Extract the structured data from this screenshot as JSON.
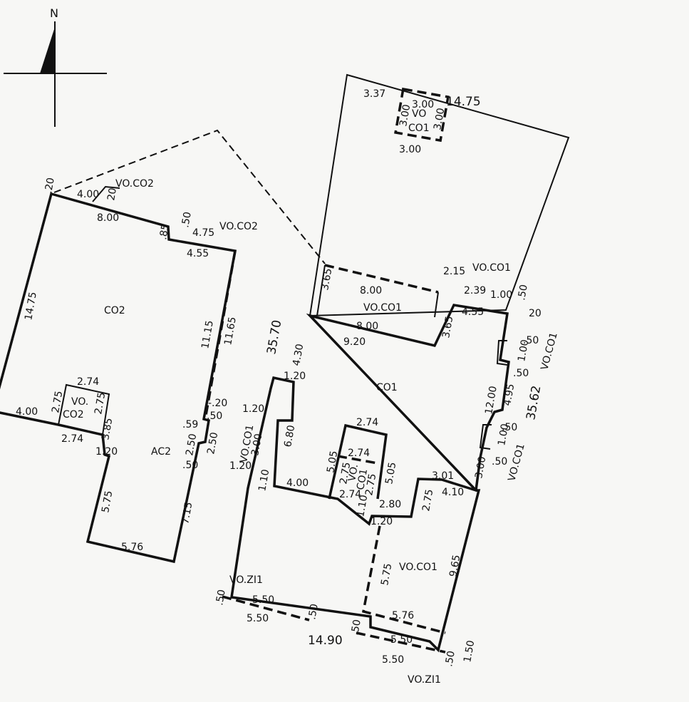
{
  "north_label": "N",
  "labels": [
    {
      "id": "co2",
      "text": "CO2"
    },
    {
      "id": "co1",
      "text": "CO1"
    },
    {
      "id": "ac2",
      "text": "AC2"
    },
    {
      "id": "vo-co2-top",
      "text": "VO.CO2"
    },
    {
      "id": "vo-co2-right",
      "text": "VO.CO2"
    },
    {
      "id": "vo-co2-inner-a",
      "text": "VO."
    },
    {
      "id": "vo-co2-inner-b",
      "text": "CO2"
    },
    {
      "id": "vo-co1-top",
      "text": "VO.CO1"
    },
    {
      "id": "vo-co1-toproom",
      "text": "VO.CO1"
    },
    {
      "id": "vo-co1-sq-a",
      "text": "VO"
    },
    {
      "id": "vo-co1-sq-b",
      "text": "CO1"
    },
    {
      "id": "vo-co1-right1",
      "text": "VO.CO1"
    },
    {
      "id": "vo-co1-right2",
      "text": "VO.CO1"
    },
    {
      "id": "vo-co1-left",
      "text": "VO.CO1"
    },
    {
      "id": "vo-co1-inner-a",
      "text": "VO."
    },
    {
      "id": "vo-co1-inner-b",
      "text": "CO1"
    },
    {
      "id": "vo-co1-bottom",
      "text": "VO.CO1"
    },
    {
      "id": "vo-zi1-left",
      "text": "VO.ZI1"
    },
    {
      "id": "vo-zi1-bottom",
      "text": "VO.ZI1"
    }
  ],
  "dimensions": [
    "14.75",
    "3.37",
    "3.00",
    "3.00",
    "3.00",
    "3.00",
    ".20",
    "4.00",
    "20",
    "8.00",
    ".50",
    ".85",
    "4.75",
    "4.55",
    "14.75",
    "11.15",
    "11.65",
    "2.74",
    "2.75",
    "2.75",
    "4.00",
    "2.74",
    "3.85",
    "1.20",
    "-.20",
    ".50",
    ".59",
    "2.50",
    "2.50",
    ".50",
    "5.75",
    "7.15",
    "5.76",
    "3.65",
    "8.00",
    "2.15",
    "2.39",
    "1.00",
    ".50",
    "4.55",
    "20",
    "3.65",
    "8.00",
    "9.20",
    "35.70",
    "4.30",
    "1.20",
    ".50",
    "1.00",
    ".50",
    "35.62",
    "12.00",
    "4.95",
    ".50",
    "1.00",
    ".50",
    "3.00",
    "1.20",
    "3.00",
    "6.80",
    "1.20",
    "1.10",
    "4.00",
    "2.74",
    "5.05",
    "2.74",
    "2.75",
    "2.75",
    "2.74",
    "5.05",
    "3.01",
    "4.10",
    "2.75",
    "2.80",
    "1.10",
    "1.20",
    "5.75",
    "9.65",
    "5.76",
    ".50",
    "5.50",
    "5.50",
    ".50",
    "14.90",
    ".50",
    "5.50",
    "5.50",
    ".50",
    "1.50"
  ]
}
